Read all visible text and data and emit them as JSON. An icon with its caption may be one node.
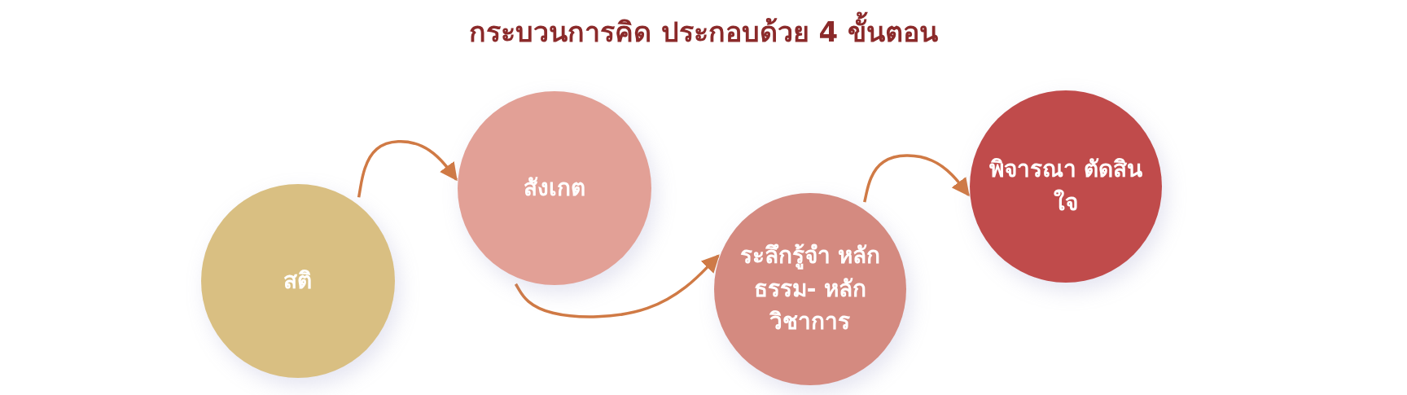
{
  "diagram": {
    "title": "กระบวนการคิด ประกอบด้วย 4 ขั้นตอน",
    "nodes": [
      {
        "text": [
          "สติ"
        ]
      },
      {
        "text": [
          "สังเกต"
        ]
      },
      {
        "text": [
          "ระลึกรู้จำ หลักธรรม- หลักวิชาการ"
        ]
      },
      {
        "text": [
          "พิจารณา ตัดสินใจ"
        ]
      }
    ],
    "edges": [
      {
        "from": 0,
        "to": 1,
        "arrow": "to"
      },
      {
        "from": 1,
        "to": 2,
        "arrow": "to"
      },
      {
        "from": 2,
        "to": 3,
        "arrow": "to"
      }
    ]
  }
}
